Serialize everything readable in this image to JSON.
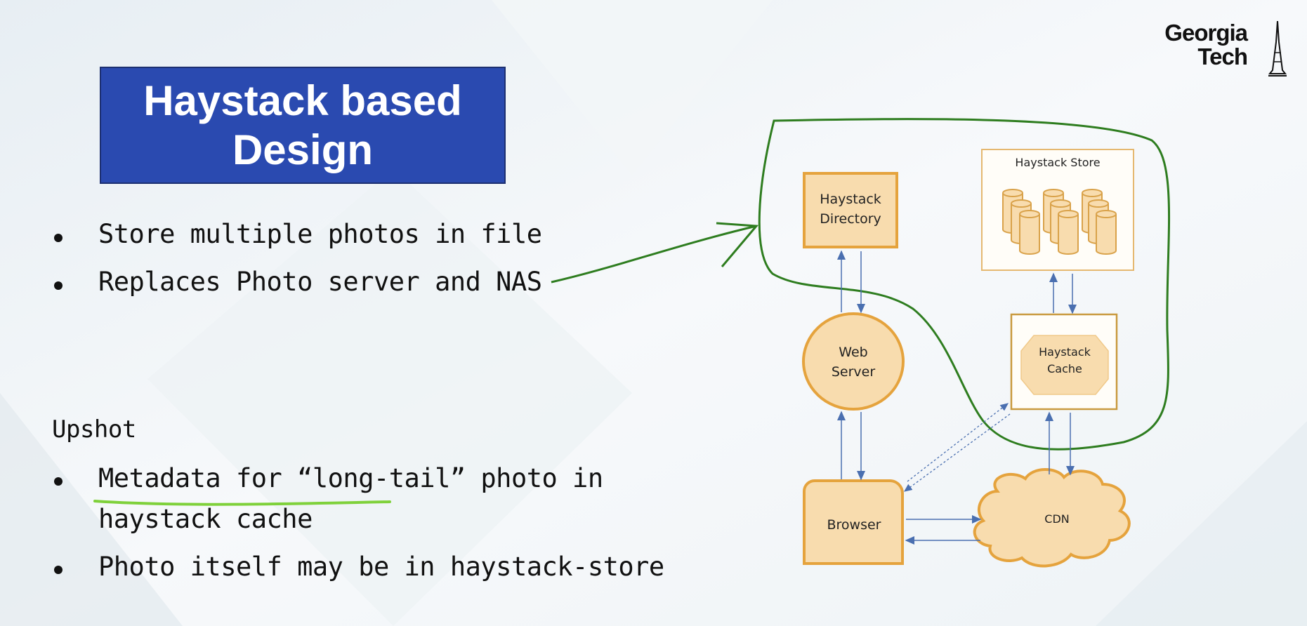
{
  "title": "Haystack based Design",
  "logo": {
    "line1": "Georgia",
    "line2": "Tech"
  },
  "bullets": [
    "Store multiple photos in file",
    "Replaces Photo server and NAS"
  ],
  "upshot": {
    "heading": "Upshot",
    "items": [
      {
        "line1": "Metadata for “long-tail” photo in",
        "line2": "haystack cache"
      },
      {
        "line1": "Photo itself may be in haystack-store"
      }
    ]
  },
  "diagram": {
    "haystack_directory": "Haystack Directory",
    "haystack_store": "Haystack Store",
    "web_server": "Web Server",
    "haystack_cache": "Haystack Cache",
    "browser": "Browser",
    "cdn": "CDN"
  },
  "colors": {
    "title_bg": "#2a4ab0",
    "box_fill": "#f8dcae",
    "box_border": "#e5a33d",
    "arrow": "#4a6fb0",
    "annotation_green": "#2e7d1f",
    "underline_green": "#7fd13b"
  }
}
